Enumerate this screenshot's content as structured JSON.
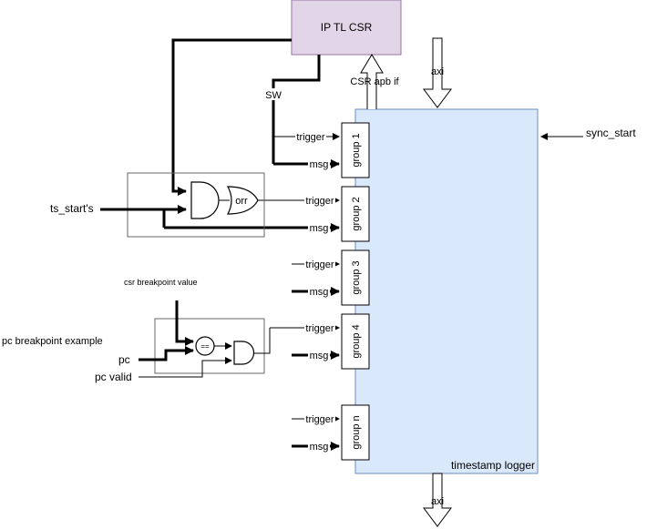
{
  "blocks": {
    "csr": "IP TL CSR",
    "logger": "timestamp logger"
  },
  "groups": [
    {
      "label": "group 1"
    },
    {
      "label": "group 2"
    },
    {
      "label": "group 3"
    },
    {
      "label": "group 4"
    },
    {
      "label": "group n"
    }
  ],
  "signals": {
    "trigger": "trigger",
    "msg": "msg",
    "axi_in": "axi",
    "axi_out": "axi",
    "csr_apb": "CSR apb if",
    "sw": "SW",
    "sync_start": "sync_start",
    "ts_start": "ts_start's",
    "orr": "orr",
    "eq": "==",
    "csr_breakpoint": "csr breakpoint value",
    "pc_example": "pc breakpoint example",
    "pc": "pc",
    "pc_valid": "pc valid"
  },
  "colors": {
    "csr_fill": "#e1d5e7",
    "csr_stroke": "#9673a6",
    "logger_fill": "#dae8fc",
    "logger_stroke": "#6c8ebf",
    "line": "#000000",
    "frame": "#666666"
  }
}
